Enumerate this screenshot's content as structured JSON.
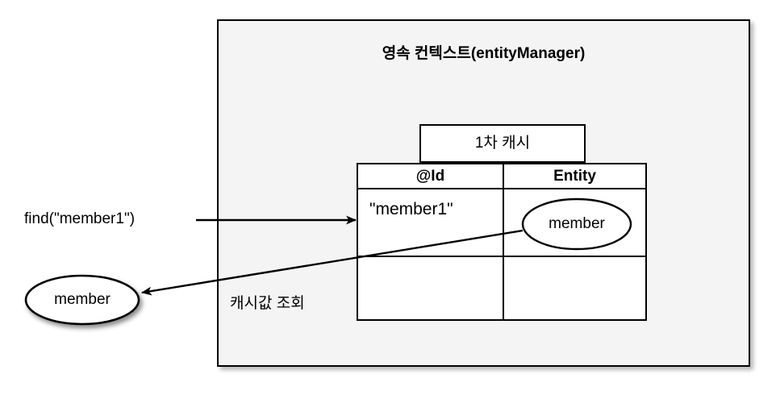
{
  "diagram": {
    "title": "영속 컨텍스트(entityManager)",
    "context_box": {
      "label": "영속 컨텍스트(entityManager)",
      "fill": "#f4f4f4",
      "stroke": "#000000"
    },
    "cache_caption": "1차 캐시",
    "table": {
      "headers": [
        "@Id",
        "Entity"
      ],
      "rows": [
        {
          "id": "\"member1\"",
          "entity": "member"
        },
        {
          "id": "",
          "entity": ""
        }
      ]
    },
    "entities": [
      {
        "name": "external-member-node",
        "label": "member",
        "shadow": true
      },
      {
        "name": "cached-member-node",
        "label": "member",
        "shadow": false
      }
    ],
    "edges": [
      {
        "name": "find-call-edge",
        "label": "find(\"member1\")",
        "direction": "right",
        "target": "cache-table"
      },
      {
        "name": "cache-hit-edge",
        "label": "캐시값 조회",
        "direction": "left",
        "source": "cached-member-node",
        "target": "external-member-node"
      }
    ]
  }
}
